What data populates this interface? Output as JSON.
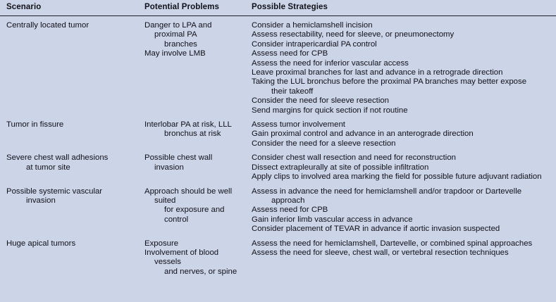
{
  "meta": {
    "background_color": "#ccd4e8",
    "text_color": "#111118",
    "rule_color": "#1b1f2e"
  },
  "table": {
    "headers": [
      {
        "label": "Scenario",
        "name": "column-header-scenario"
      },
      {
        "label": "Potential Problems",
        "name": "column-header-potential-problems"
      },
      {
        "label": "Possible Strategies",
        "name": "column-header-possible-strategies"
      }
    ],
    "rows": [
      {
        "scenario": [
          {
            "text": "Centrally located tumor",
            "continuation": ""
          }
        ],
        "problems": [
          {
            "text": "Danger to LPA and proximal PA",
            "continuation": "branches"
          },
          {
            "text": "May involve LMB",
            "continuation": ""
          }
        ],
        "strategies": [
          {
            "text": "Consider a hemiclamshell incision",
            "continuation": ""
          },
          {
            "text": "Assess resectability, need for sleeve, or pneumonectomy",
            "continuation": ""
          },
          {
            "text": "Consider intrapericardial PA control",
            "continuation": ""
          },
          {
            "text": "Assess need for CPB",
            "continuation": ""
          },
          {
            "text": "Assess the need for inferior vascular access",
            "continuation": ""
          },
          {
            "text": "Leave proximal branches for last and advance in a retrograde direction",
            "continuation": ""
          },
          {
            "text": "Taking the LUL bronchus before the proximal PA branches may better expose",
            "continuation": "their takeoff"
          },
          {
            "text": "Consider the need for sleeve resection",
            "continuation": ""
          },
          {
            "text": "Send margins for quick section if not routine",
            "continuation": ""
          }
        ]
      },
      {
        "scenario": [
          {
            "text": "Tumor in fissure",
            "continuation": ""
          }
        ],
        "problems": [
          {
            "text": "Interlobar PA at risk, LLL",
            "continuation": "bronchus at risk"
          }
        ],
        "strategies": [
          {
            "text": "Assess tumor involvement",
            "continuation": ""
          },
          {
            "text": "Gain proximal control and advance in an anterograde direction",
            "continuation": ""
          },
          {
            "text": "Consider the need for a sleeve resection",
            "continuation": ""
          }
        ]
      },
      {
        "scenario": [
          {
            "text": "Severe chest wall adhesions",
            "continuation": "at tumor site"
          }
        ],
        "problems": [
          {
            "text": "Possible chest wall invasion",
            "continuation": ""
          }
        ],
        "strategies": [
          {
            "text": "Consider chest wall resection and need for reconstruction",
            "continuation": ""
          },
          {
            "text": "Dissect extrapleurally at site of possible infiltration",
            "continuation": ""
          },
          {
            "text": "Apply clips to involved area marking the field for possible future adjuvant radiation",
            "continuation": ""
          }
        ]
      },
      {
        "scenario": [
          {
            "text": "Possible systemic vascular",
            "continuation": "invasion"
          }
        ],
        "problems": [
          {
            "text": "Approach should be well suited",
            "continuation": "for exposure and control"
          }
        ],
        "strategies": [
          {
            "text": "Assess in advance the need for hemiclamshell and/or trapdoor or Dartevelle",
            "continuation": "approach"
          },
          {
            "text": "Assess need for CPB",
            "continuation": ""
          },
          {
            "text": "Gain inferior limb vascular access in advance",
            "continuation": ""
          },
          {
            "text": "Consider placement of TEVAR in advance if aortic invasion suspected",
            "continuation": ""
          }
        ]
      },
      {
        "scenario": [
          {
            "text": "Huge apical tumors",
            "continuation": ""
          }
        ],
        "problems": [
          {
            "text": "Exposure",
            "continuation": ""
          },
          {
            "text": "Involvement of blood vessels",
            "continuation": "and nerves, or spine"
          }
        ],
        "strategies": [
          {
            "text": "Assess the need for hemiclamshell, Dartevelle, or combined spinal approaches",
            "continuation": ""
          },
          {
            "text": "Assess the need for sleeve, chest wall, or vertebral resection techniques",
            "continuation": ""
          }
        ]
      }
    ]
  }
}
